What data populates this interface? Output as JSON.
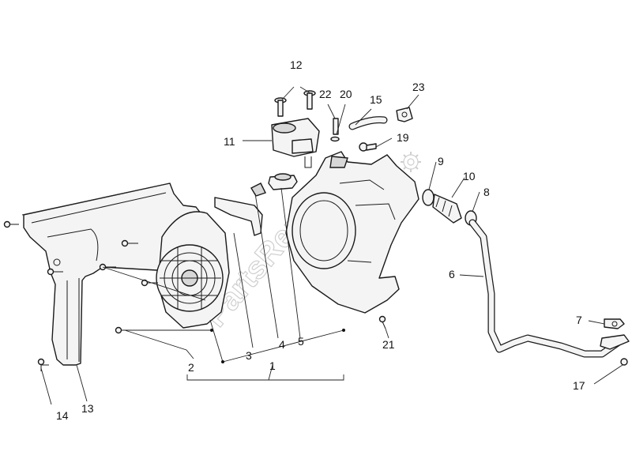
{
  "watermark": "PartsRepublik",
  "callouts": [
    {
      "id": "c1",
      "label": "1"
    },
    {
      "id": "c2",
      "label": "2"
    },
    {
      "id": "c3",
      "label": "3"
    },
    {
      "id": "c4",
      "label": "4"
    },
    {
      "id": "c5",
      "label": "5"
    },
    {
      "id": "c6",
      "label": "6"
    },
    {
      "id": "c7",
      "label": "7"
    },
    {
      "id": "c8",
      "label": "8"
    },
    {
      "id": "c9",
      "label": "9"
    },
    {
      "id": "c10",
      "label": "10"
    },
    {
      "id": "c11",
      "label": "11"
    },
    {
      "id": "c12",
      "label": "12"
    },
    {
      "id": "c13",
      "label": "13"
    },
    {
      "id": "c14",
      "label": "14"
    },
    {
      "id": "c15",
      "label": "15"
    },
    {
      "id": "c17",
      "label": "17"
    },
    {
      "id": "c19",
      "label": "19"
    },
    {
      "id": "c20",
      "label": "20"
    },
    {
      "id": "c21",
      "label": "21"
    },
    {
      "id": "c22",
      "label": "22"
    },
    {
      "id": "c23",
      "label": "23"
    }
  ]
}
